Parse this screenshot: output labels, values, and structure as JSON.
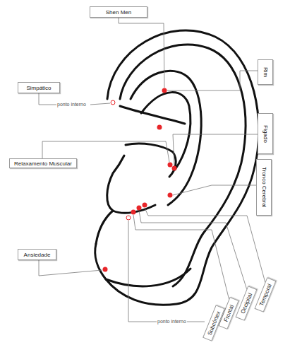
{
  "diagram": {
    "nodes": [
      {
        "text": [
          "Shen Men"
        ]
      },
      {
        "text": [
          "Rim"
        ]
      },
      {
        "text": [
          "Simpático"
        ]
      },
      {
        "text": [
          "Fígado"
        ]
      },
      {
        "text": [
          "Relaxamento Muscular"
        ]
      },
      {
        "text": [
          "Tronco Cerebral"
        ]
      },
      {
        "text": [
          "Ansiedade"
        ]
      },
      {
        "text": [
          "Temporal"
        ]
      },
      {
        "text": [
          "Occipital"
        ]
      },
      {
        "text": [
          "Frontal"
        ]
      },
      {
        "text": [
          "Subcórtex"
        ]
      }
    ],
    "labels": [
      "ponto interno",
      "ponto interno"
    ]
  }
}
